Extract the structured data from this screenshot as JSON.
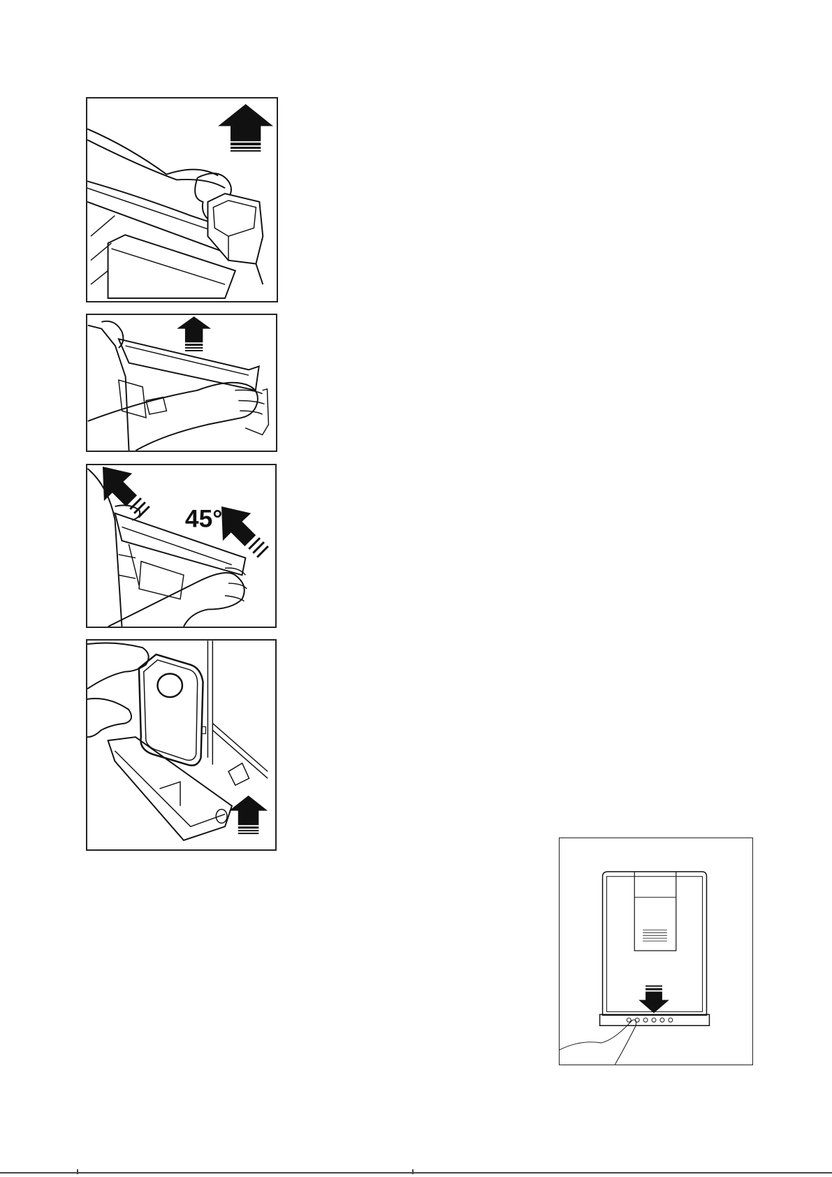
{
  "figures": [
    {
      "id": "step-1",
      "icon": "arrow-up-icon",
      "description_icon": "lift-ice-box"
    },
    {
      "id": "step-2",
      "icon": "arrow-up-icon"
    },
    {
      "id": "step-3",
      "icon": "arrow-up-left-icon",
      "angle_label": "45°"
    },
    {
      "id": "step-4",
      "icon": "arrow-up-icon"
    },
    {
      "id": "step-5",
      "icon": "arrow-down-icon"
    }
  ],
  "colors": {
    "ink": "#111111",
    "paper": "#ffffff",
    "line": "#222222"
  }
}
